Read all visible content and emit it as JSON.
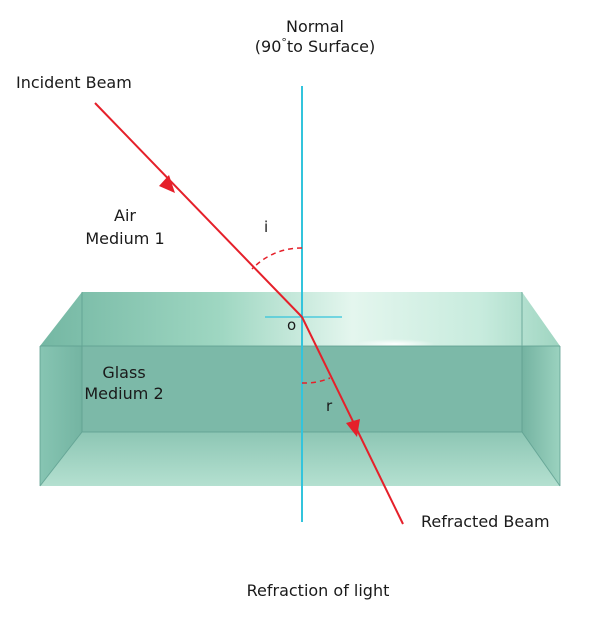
{
  "normal": {
    "title": "Normal",
    "subtitle_prefix": "(90",
    "subtitle_degree": "°",
    "subtitle_suffix": "to Surface)"
  },
  "incident_label": "Incident Beam",
  "medium1": {
    "line1": "Air",
    "line2": "Medium 1"
  },
  "medium2": {
    "line1": "Glass",
    "line2": "Medium 2"
  },
  "angle_i_label": "i",
  "angle_r_label": "r",
  "point_label": "o",
  "refracted_label": "Refracted Beam",
  "caption": "Refraction of light",
  "colors": {
    "normal_line": "#33c4dc",
    "beam": "#e5202a",
    "glass_front": "#7fbfae",
    "glass_top": "#a9dcc9",
    "glass_edge": "#5fa596"
  }
}
